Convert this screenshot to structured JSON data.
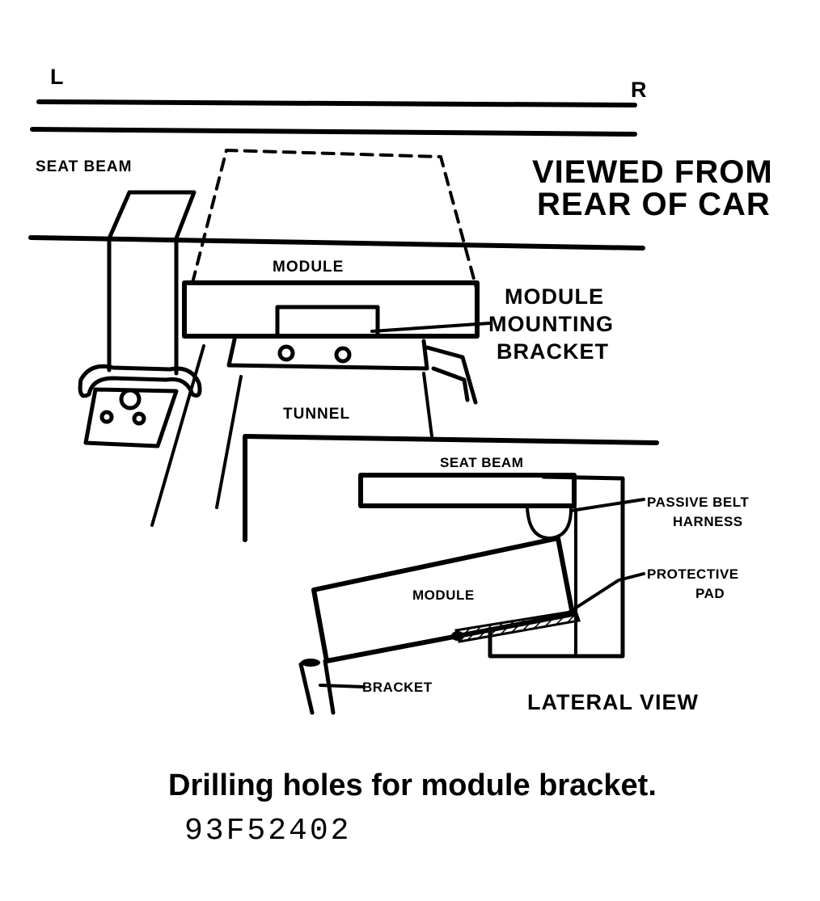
{
  "labels": {
    "left": "L",
    "right": "R",
    "seat_beam": "SEAT BEAM",
    "viewed_from_line1": "VIEWED FROM",
    "viewed_from_line2": "REAR OF CAR",
    "module": "MODULE",
    "module_mounting_line1": "MODULE",
    "module_mounting_line2": "MOUNTING",
    "module_mounting_line3": "BRACKET",
    "tunnel": "TUNNEL",
    "lateral_seat_beam": "SEAT BEAM",
    "passive_belt_line1": "PASSIVE BELT",
    "passive_belt_line2": "HARNESS",
    "protective_pad_line1": "PROTECTIVE",
    "protective_pad_line2": "PAD",
    "lateral_module": "MODULE",
    "bracket": "BRACKET",
    "lateral_view": "LATERAL VIEW"
  },
  "caption": "Drilling holes for module bracket.",
  "figure_id": "93F52402",
  "colors": {
    "ink": "#000000",
    "paper": "#ffffff"
  }
}
